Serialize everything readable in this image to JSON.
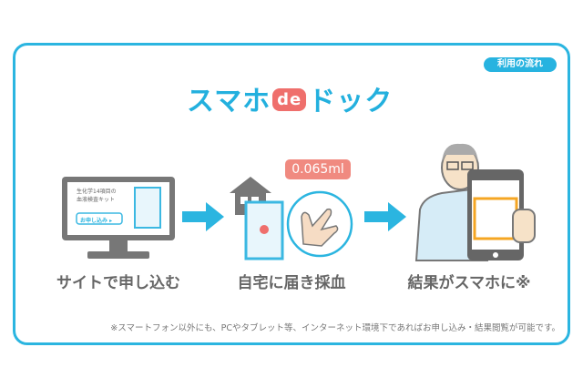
{
  "badge": "利用の流れ",
  "logo": {
    "part1": "スマホ",
    "de": "de",
    "part2": "ドック"
  },
  "monitor_screen": {
    "line1": "生化学14項目の",
    "line2": "血液検査キット",
    "button": "お申し込み ▸"
  },
  "amount": "0.065ml",
  "steps": [
    {
      "label": "サイトで申し込む"
    },
    {
      "label": "自宅に届き採血"
    },
    {
      "label": "結果がスマホに※"
    }
  ],
  "footnote": "※スマートフォン以外にも、PCやタブレット等、インターネット環境下であればお申し込み・結果閲覧が可能です。",
  "colors": {
    "accent": "#2bb5e0",
    "salmon": "#f08a80",
    "gray": "#666666"
  }
}
